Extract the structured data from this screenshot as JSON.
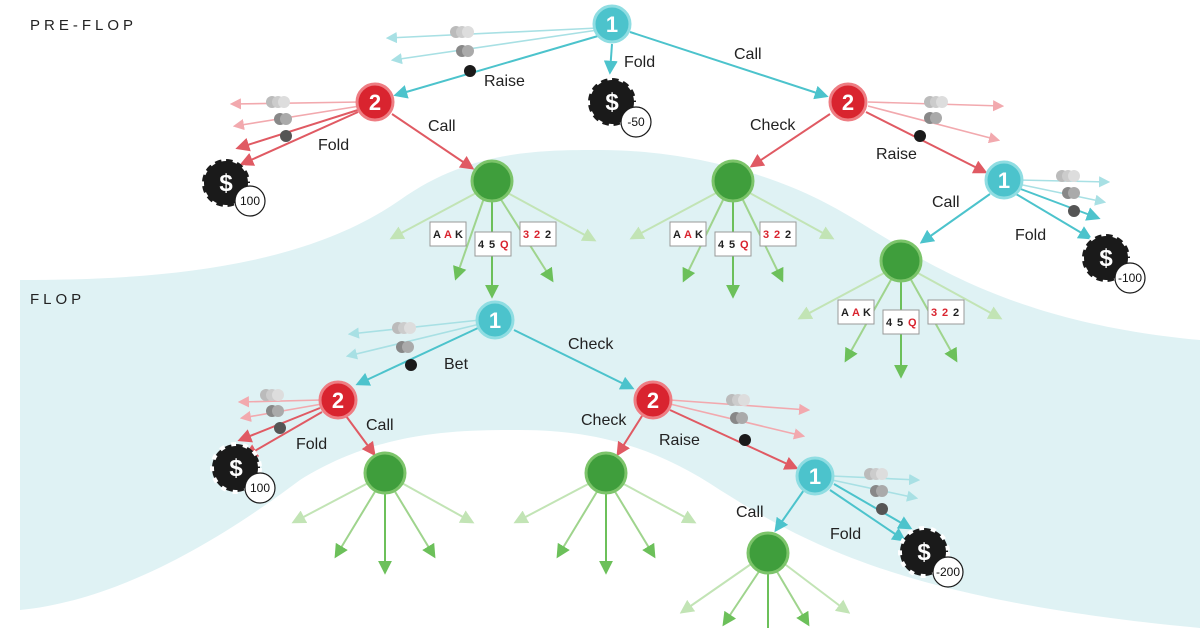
{
  "stages": {
    "preflop": "PRE-FLOP",
    "flop": "FLOP"
  },
  "colors": {
    "player1": "#4cc3cc",
    "player2": "#d9242f",
    "chance": "#3f9e3c",
    "background_band": "#dff2f4",
    "chip": "#1a1a1a",
    "card_red": "#d9242f",
    "card_black": "#222222"
  },
  "nodes": {
    "root": {
      "label": "1",
      "player": "player1"
    },
    "p2_after_raise": {
      "label": "2",
      "player": "player2"
    },
    "p2_after_call": {
      "label": "2",
      "player": "player2"
    },
    "p1_after_reraise": {
      "label": "1",
      "player": "player1"
    },
    "flop_p1": {
      "label": "1",
      "player": "player1"
    },
    "flop_p2_after_bet": {
      "label": "2",
      "player": "player2"
    },
    "flop_p2_after_check": {
      "label": "2",
      "player": "player2"
    },
    "flop_p1_after_raise": {
      "label": "1",
      "player": "player1"
    }
  },
  "actions": {
    "root_raise": "Raise",
    "root_fold": "Fold",
    "root_call": "Call",
    "p2r_fold": "Fold",
    "p2r_call": "Call",
    "p2c_check": "Check",
    "p2c_raise": "Raise",
    "p1rr_call": "Call",
    "p1rr_fold": "Fold",
    "fp1_bet": "Bet",
    "fp1_check": "Check",
    "fp2b_call": "Call",
    "fp2b_fold": "Fold",
    "fp2c_check": "Check",
    "fp2c_raise": "Raise",
    "fp1r_call": "Call",
    "fp1r_fold": "Fold"
  },
  "payoffs": {
    "root_fold": "-50",
    "p2r_fold": "100",
    "p1rr_fold": "-100",
    "fp2b_fold": "100",
    "fp1r_fold": "-200"
  },
  "chip_symbol": "$",
  "flop_cards": [
    {
      "ranks": [
        "A",
        "A",
        "K"
      ],
      "colors": [
        "black",
        "red",
        "black"
      ]
    },
    {
      "ranks": [
        "4",
        "5",
        "Q"
      ],
      "colors": [
        "black",
        "black",
        "red"
      ]
    },
    {
      "ranks": [
        "3",
        "2",
        "2"
      ],
      "colors": [
        "red",
        "red",
        "black"
      ]
    }
  ]
}
